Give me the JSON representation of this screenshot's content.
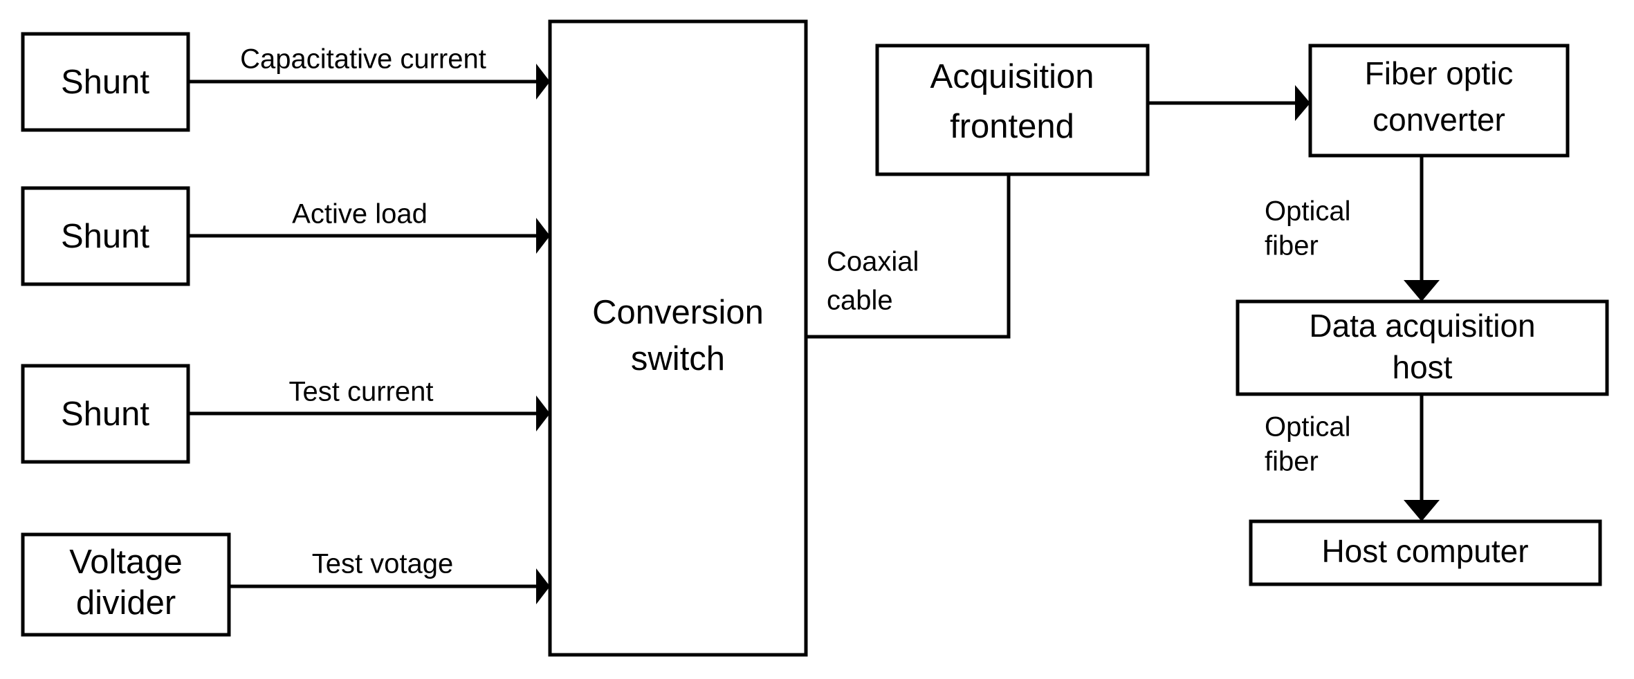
{
  "diagram": {
    "title": "Measurement and data acquisition system block diagram",
    "background_color": "#ffffff",
    "stroke_color": "#000000",
    "text_color": "#000000",
    "nodes": [
      {
        "id": "shunt1",
        "label_lines": [
          "Shunt"
        ]
      },
      {
        "id": "shunt2",
        "label_lines": [
          "Shunt"
        ]
      },
      {
        "id": "shunt3",
        "label_lines": [
          "Shunt"
        ]
      },
      {
        "id": "divider",
        "label_lines": [
          "Voltage",
          "divider"
        ]
      },
      {
        "id": "switch",
        "label_lines": [
          "Conversion",
          "switch"
        ]
      },
      {
        "id": "frontend",
        "label_lines": [
          "Acquisition",
          "frontend"
        ]
      },
      {
        "id": "fiber",
        "label_lines": [
          "Fiber optic",
          "converter"
        ]
      },
      {
        "id": "daqhost",
        "label_lines": [
          "Data acquisition",
          "host"
        ]
      },
      {
        "id": "hostpc",
        "label_lines": [
          "Host computer"
        ]
      }
    ],
    "edges": [
      {
        "id": "e1",
        "from": "shunt1",
        "to": "switch",
        "label_lines": [
          "Capacitative current"
        ]
      },
      {
        "id": "e2",
        "from": "shunt2",
        "to": "switch",
        "label_lines": [
          "Active load"
        ]
      },
      {
        "id": "e3",
        "from": "shunt3",
        "to": "switch",
        "label_lines": [
          "Test current"
        ]
      },
      {
        "id": "e4",
        "from": "divider",
        "to": "switch",
        "label_lines": [
          "Test votage"
        ]
      },
      {
        "id": "e5",
        "from": "switch",
        "to": "frontend",
        "label_lines": [
          "Coaxial",
          "cable"
        ]
      },
      {
        "id": "e6",
        "from": "frontend",
        "to": "fiber",
        "label_lines": []
      },
      {
        "id": "e7",
        "from": "fiber",
        "to": "daqhost",
        "label_lines": [
          "Optical",
          "fiber"
        ]
      },
      {
        "id": "e8",
        "from": "daqhost",
        "to": "hostpc",
        "label_lines": [
          "Optical",
          "fiber"
        ]
      }
    ],
    "labels": {
      "shunt1": "Shunt",
      "shunt2": "Shunt",
      "shunt3": "Shunt",
      "divider_l1": "Voltage",
      "divider_l2": "divider",
      "switch_l1": "Conversion",
      "switch_l2": "switch",
      "frontend_l1": "Acquisition",
      "frontend_l2": "frontend",
      "fiber_l1": "Fiber optic",
      "fiber_l2": "converter",
      "daqhost_l1": "Data acquisition",
      "daqhost_l2": "host",
      "hostpc": "Host computer",
      "edge_capacitative": "Capacitative current",
      "edge_active_load": "Active load",
      "edge_test_current": "Test current",
      "edge_test_voltage": "Test votage",
      "edge_coaxial_l1": "Coaxial",
      "edge_coaxial_l2": "cable",
      "edge_optical_upper_l1": "Optical",
      "edge_optical_upper_l2": "fiber",
      "edge_optical_lower_l1": "Optical",
      "edge_optical_lower_l2": "fiber"
    }
  }
}
